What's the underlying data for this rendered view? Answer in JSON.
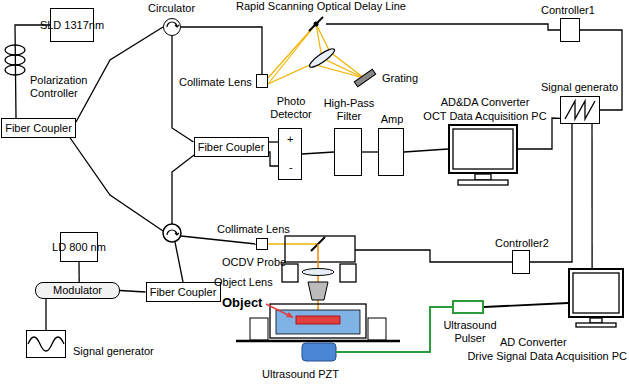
{
  "diagram": {
    "nodes": [
      {
        "text": [
          "SLD 1317nm"
        ]
      },
      {
        "text": [
          "Fiber Coupler"
        ]
      },
      {
        "text": [
          "Circulator"
        ]
      },
      {
        "text": [
          "Collimate Lens"
        ]
      },
      {
        "text": [
          "Controller1"
        ]
      },
      {
        "text": [
          "Fiber Coupler"
        ]
      },
      {
        "text": [
          "Photo Detector",
          "+",
          "-"
        ]
      },
      {
        "text": [
          "High-Pass Filter"
        ]
      },
      {
        "text": [
          "Amp"
        ]
      },
      {
        "text": [
          "AD&DA Converter",
          "OCT Data Acquisition PC"
        ]
      },
      {
        "text": [
          "Signal generato"
        ]
      },
      {
        "text": [
          "LD 800 nm"
        ]
      },
      {
        "text": [
          "Modulator"
        ]
      },
      {
        "text": [
          "Signal generator"
        ]
      },
      {
        "text": [
          "Fiber Coupler"
        ]
      },
      {
        "text": [
          "Collimate Lens"
        ]
      },
      {
        "text": [
          "Controller2"
        ]
      },
      {
        "text": [
          "Ultrasound Pulser"
        ]
      },
      {
        "text": [
          "AD Converter",
          "Drive Signal Data Acquisition PC"
        ]
      }
    ],
    "edges": [
      {
        "from": 0,
        "to": 1,
        "arrow": "none"
      },
      {
        "from": 1,
        "to": 2,
        "arrow": "none"
      },
      {
        "from": 2,
        "to": 3,
        "arrow": "none"
      },
      {
        "from": 2,
        "to": 5,
        "arrow": "none"
      },
      {
        "from": 5,
        "to": 6,
        "arrow": "none"
      },
      {
        "from": 5,
        "to": 6,
        "arrow": "none"
      },
      {
        "from": 6,
        "to": 7,
        "arrow": "none"
      },
      {
        "from": 7,
        "to": 8,
        "arrow": "none"
      },
      {
        "from": 8,
        "to": 9,
        "arrow": "none"
      },
      {
        "from": 4,
        "to": 10,
        "arrow": "none"
      },
      {
        "from": 9,
        "to": 10,
        "arrow": "none"
      },
      {
        "from": 10,
        "to": 16,
        "arrow": "none"
      },
      {
        "from": 10,
        "to": 18,
        "arrow": "none"
      },
      {
        "from": 11,
        "to": 12,
        "arrow": "none"
      },
      {
        "from": 13,
        "to": 12,
        "arrow": "none"
      },
      {
        "from": 12,
        "to": 14,
        "arrow": "none"
      },
      {
        "from": 17,
        "to": 18,
        "arrow": "none"
      }
    ],
    "labels": [
      "Polarization Controller",
      "Rapid Scanning Optical Delay Line",
      "Grating",
      "OCDV Probe",
      "Object Lens",
      "Object",
      "Ultrasound PZT"
    ]
  }
}
